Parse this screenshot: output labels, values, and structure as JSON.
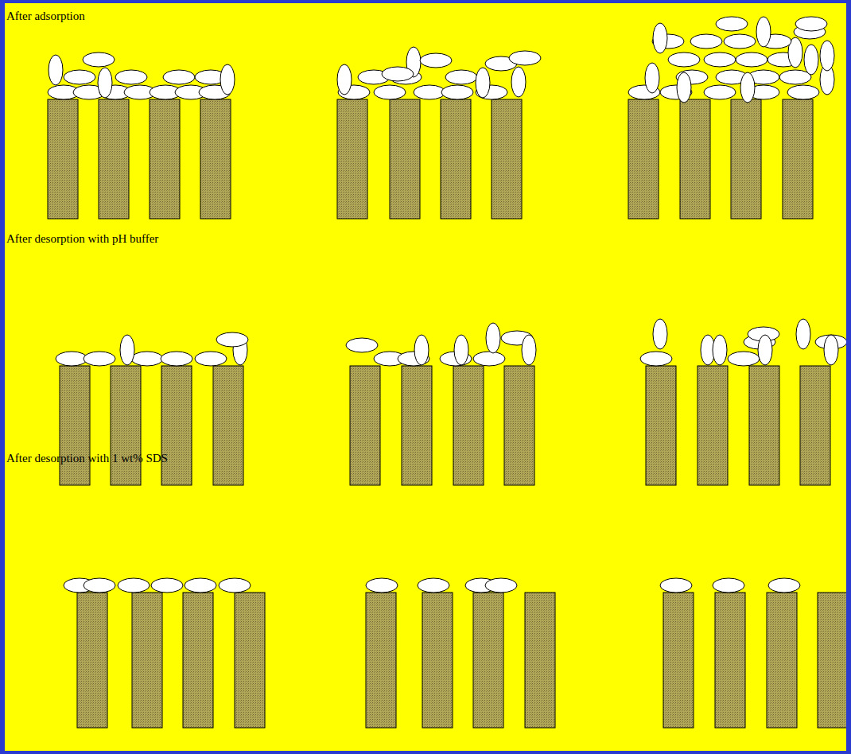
{
  "diagram": {
    "labels": [
      "After adsorption",
      "After desorption with pH buffer",
      "After desorption with 1 wt% SDS"
    ]
  }
}
